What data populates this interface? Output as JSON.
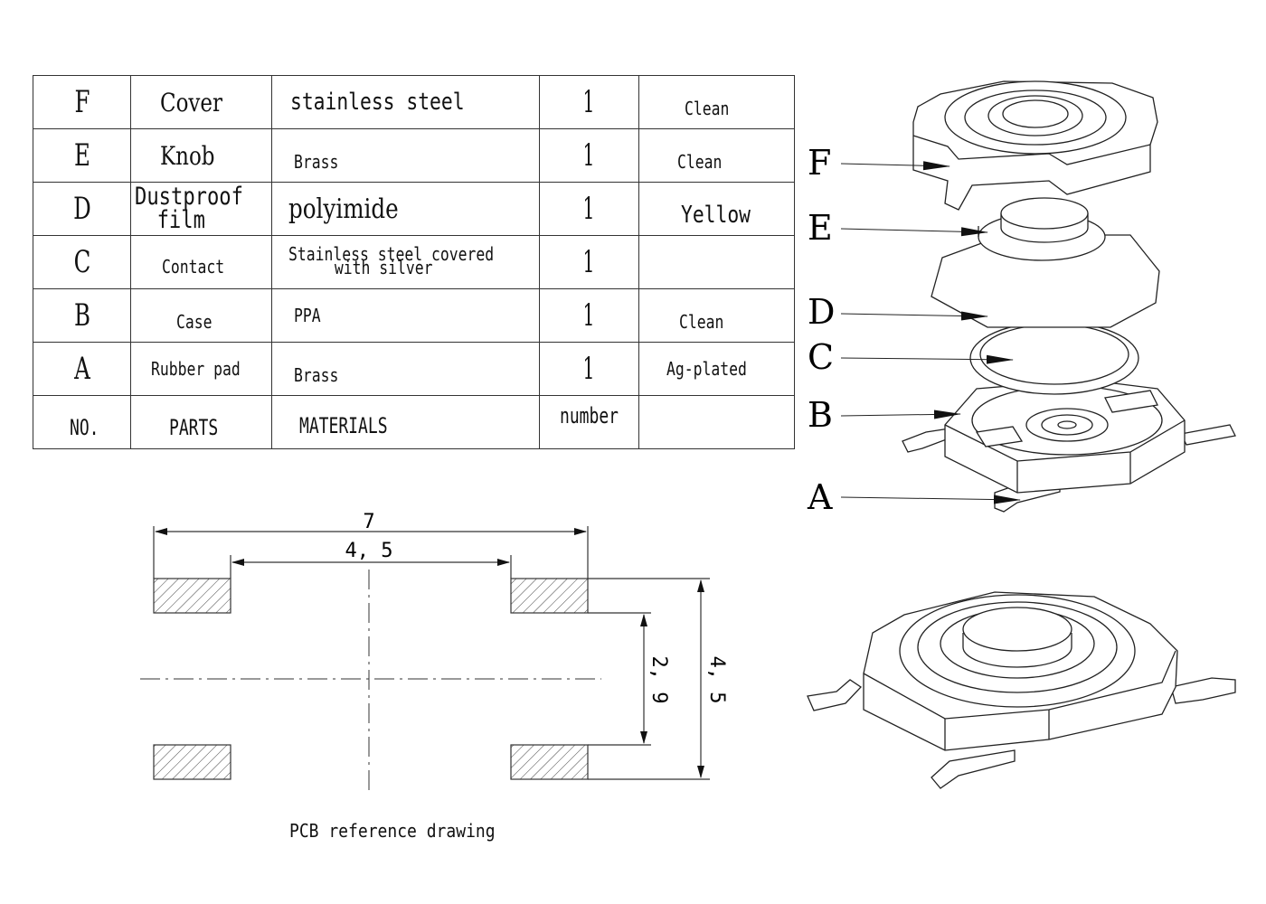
{
  "bom": {
    "rows": [
      {
        "no": "F",
        "part": "Cover",
        "material": "stainless steel",
        "qty": "1",
        "note": "Clean"
      },
      {
        "no": "E",
        "part": "Knob",
        "material": "Brass",
        "qty": "1",
        "note": "Clean"
      },
      {
        "no": "D",
        "part_line1": "Dustproof",
        "part_line2": "film",
        "material": "polyimide",
        "qty": "1",
        "note": "Yellow"
      },
      {
        "no": "C",
        "part": "Contact",
        "material_line1": "Stainless steel covered",
        "material_line2": "with silver",
        "qty": "1",
        "note": ""
      },
      {
        "no": "B",
        "part": "Case",
        "material": "PPA",
        "qty": "1",
        "note": "Clean"
      },
      {
        "no": "A",
        "part": "Rubber pad",
        "material": "Brass",
        "qty": "1",
        "note": "Ag-plated"
      }
    ],
    "header": {
      "no": "NO.",
      "part": "PARTS",
      "material": "MATERIALS",
      "qty": "number",
      "note": ""
    }
  },
  "exploded_labels": [
    "F",
    "E",
    "D",
    "C",
    "B",
    "A"
  ],
  "pcb": {
    "dim_width_outer": "7",
    "dim_width_inner": "4, 5",
    "dim_height_inner": "2, 9",
    "dim_height_outer": "4, 5",
    "caption": "PCB reference drawing"
  }
}
